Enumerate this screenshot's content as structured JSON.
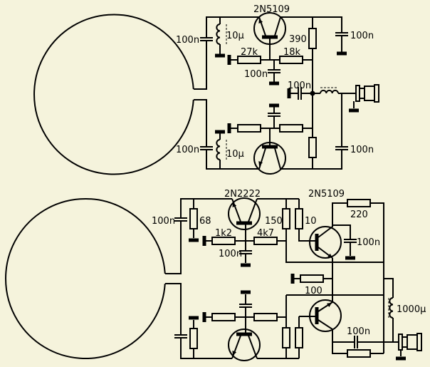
{
  "colors": {
    "background": "#f5f3dc",
    "ink": "#000000"
  },
  "top_circuit": {
    "transistor": "2N5109",
    "c_left_top": "100n",
    "l_top": "10µ",
    "r_base_left": "27k",
    "r_base_right": "18k",
    "c_base": "100n",
    "r_collector": "390",
    "c_right_top": "100n",
    "c_output": "100n",
    "c_left_bottom": "100n",
    "l_bottom": "10µ",
    "c_right_bottom": "100n"
  },
  "bottom_circuit": {
    "transistor_left": "2N2222",
    "transistor_right": "2N5109",
    "c_left": "100n",
    "r_68": "68",
    "r_1k2": "1k2",
    "r_4k7": "4k7",
    "c_base": "100n",
    "r_150": "150",
    "r_10": "10",
    "r_220": "220",
    "c_collector": "100n",
    "r_100": "100",
    "l_choke": "1000µ",
    "c_output": "100n"
  }
}
